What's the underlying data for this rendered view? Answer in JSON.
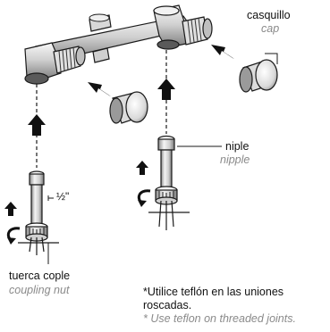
{
  "labels": {
    "cap_es": "casquillo",
    "cap_en": "cap",
    "nipple_es": "niple",
    "nipple_en": "nipple",
    "half_inch": "½\"",
    "nut_es": "tuerca cople",
    "nut_en": "coupling nut"
  },
  "note": {
    "line1_es": "*Utilice teflón en las uniones",
    "line2_es": "roscadas.",
    "line_en": "* Use teflon on threaded joints."
  },
  "colors": {
    "line": "#1a1a1a",
    "metal_light": "#f2f2f2",
    "metal_mid": "#bdbdbd",
    "metal_dark": "#6e6e6e",
    "label_gray": "#8a8a8a"
  }
}
